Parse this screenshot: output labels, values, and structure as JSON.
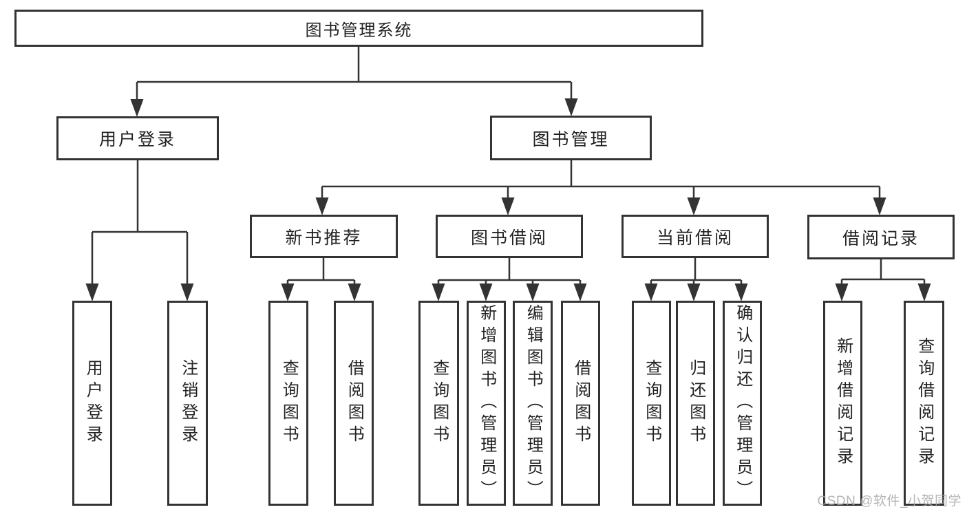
{
  "tree": {
    "label": "图书管理系统",
    "children": [
      {
        "label": "用户登录",
        "children": [
          {
            "label": "用户登录"
          },
          {
            "label": "注销登录"
          }
        ]
      },
      {
        "label": "图书管理",
        "children": [
          {
            "label": "新书推荐",
            "children": [
              {
                "label": "查询图书"
              },
              {
                "label": "借阅图书"
              }
            ]
          },
          {
            "label": "图书借阅",
            "children": [
              {
                "label": "查询图书"
              },
              {
                "label": "新增图书（管理员）"
              },
              {
                "label": "编辑图书（管理员）"
              },
              {
                "label": "借阅图书"
              }
            ]
          },
          {
            "label": "当前借阅",
            "children": [
              {
                "label": "查询图书"
              },
              {
                "label": "归还图书"
              },
              {
                "label": "确认归还（管理员）"
              }
            ]
          },
          {
            "label": "借阅记录",
            "children": [
              {
                "label": "新增借阅记录"
              },
              {
                "label": "查询借阅记录"
              }
            ]
          }
        ]
      }
    ]
  },
  "watermark": {
    "text": "CSDN @软件_小贺同学"
  },
  "colors": {
    "line": "#333333",
    "text": "#222222",
    "background": "#ffffff",
    "watermark": "#a8a8a8"
  }
}
